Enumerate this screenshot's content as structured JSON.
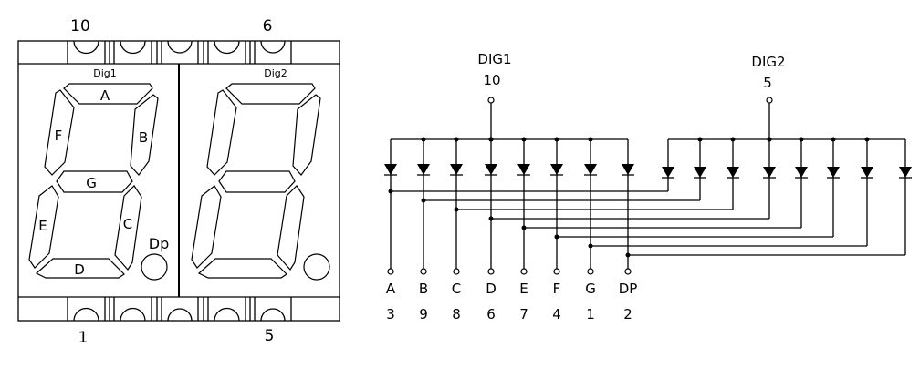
{
  "package": {
    "top_pin_labels": [
      "10",
      "6"
    ],
    "bottom_pin_labels": [
      "1",
      "5"
    ],
    "digit_labels": [
      "Dig1",
      "Dig2"
    ],
    "segment_labels": [
      "A",
      "B",
      "C",
      "D",
      "E",
      "F",
      "G"
    ],
    "dp_label": "Dp"
  },
  "schematic": {
    "commons": [
      {
        "name": "DIG1",
        "pin": "10"
      },
      {
        "name": "DIG2",
        "pin": "5"
      }
    ],
    "segments": [
      {
        "name": "A",
        "pin": "3"
      },
      {
        "name": "B",
        "pin": "9"
      },
      {
        "name": "C",
        "pin": "8"
      },
      {
        "name": "D",
        "pin": "6"
      },
      {
        "name": "E",
        "pin": "7"
      },
      {
        "name": "F",
        "pin": "4"
      },
      {
        "name": "G",
        "pin": "1"
      },
      {
        "name": "DP",
        "pin": "2"
      }
    ]
  }
}
